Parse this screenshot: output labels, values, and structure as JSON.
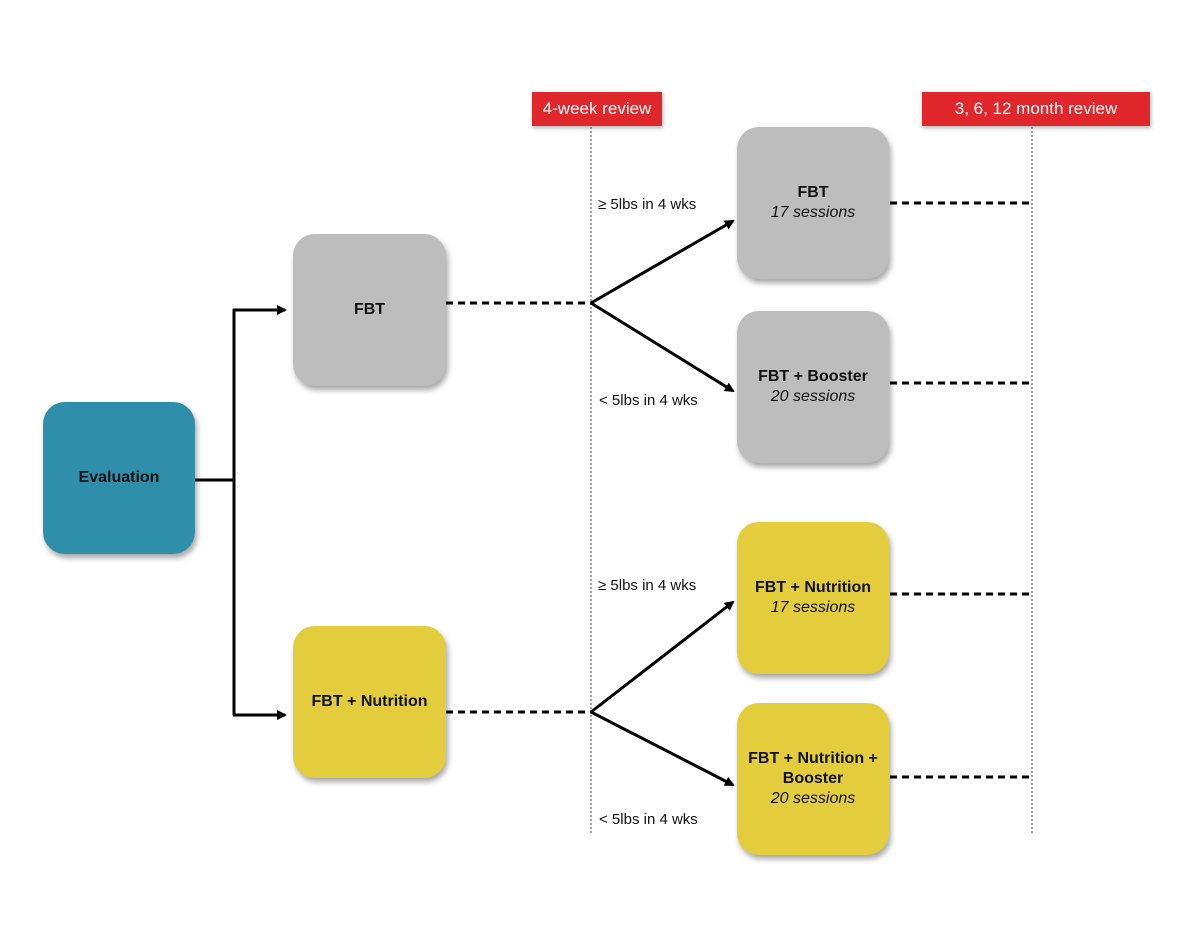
{
  "reviews": {
    "first": "4-week review",
    "second": "3, 6, 12 month review"
  },
  "nodes": {
    "evaluation": "Evaluation",
    "fbt": "FBT",
    "fbt_nutrition": "FBT + Nutrition",
    "fbt_17": {
      "title": "FBT",
      "sub": "17 sessions"
    },
    "fbt_booster": {
      "title": "FBT + Booster",
      "sub": "20 sessions"
    },
    "fbt_nutrition_17": {
      "title": "FBT + Nutrition",
      "sub": "17 sessions"
    },
    "fbt_nutrition_booster": {
      "title": "FBT + Nutrition + Booster",
      "sub": "20 sessions"
    }
  },
  "conditions": {
    "fbt_gain": "≥ 5lbs in 4 wks",
    "fbt_less": "< 5lbs in 4 wks",
    "nut_gain": "≥ 5lbs in 4 wks",
    "nut_less": "< 5lbs in 4 wks"
  },
  "colors": {
    "evaluation": "#2f8fab",
    "fbt_arm": "#bdbdbd",
    "nutrition_arm": "#e3cd3c",
    "review_label": "#e0282c"
  }
}
